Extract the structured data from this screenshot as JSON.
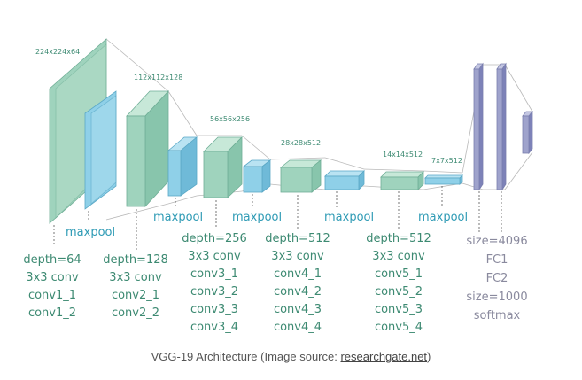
{
  "dims": {
    "d1": "224x224x64",
    "d2": "112x112x128",
    "d3": "56x56x256",
    "d4": "28x28x512",
    "d5": "14x14x512",
    "d6": "7x7x512"
  },
  "maxpool": {
    "p1": "maxpool",
    "p2": "maxpool",
    "p3": "maxpool",
    "p4": "maxpool",
    "p5": "maxpool"
  },
  "block1": {
    "depth": "depth=64",
    "conv": "3x3 conv",
    "l1": "conv1_1",
    "l2": "conv1_2"
  },
  "block2": {
    "depth": "depth=128",
    "conv": "3x3 conv",
    "l1": "conv2_1",
    "l2": "conv2_2"
  },
  "block3": {
    "depth": "depth=256",
    "conv": "3x3 conv",
    "l1": "conv3_1",
    "l2": "conv3_2",
    "l3": "conv3_3",
    "l4": "conv3_4"
  },
  "block4": {
    "depth": "depth=512",
    "conv": "3x3 conv",
    "l1": "conv4_1",
    "l2": "conv4_2",
    "l3": "conv4_3",
    "l4": "conv4_4"
  },
  "block5": {
    "depth": "depth=512",
    "conv": "3x3 conv",
    "l1": "conv5_1",
    "l2": "conv5_2",
    "l3": "conv5_3",
    "l4": "conv5_4"
  },
  "fc": {
    "size1": "size=4096",
    "fc1": "FC1",
    "fc2": "FC2",
    "size2": "size=1000",
    "softmax": "softmax"
  },
  "caption": {
    "prefix": "VGG-19 Architecture (Image source: ",
    "link": "researchgate.net",
    "suffix": ")"
  },
  "colors": {
    "conv": "#9fd3bd",
    "pool": "#8fd0e8",
    "fc": "#9fa3cc",
    "text": "#3d8a72",
    "pool_text": "#2f9bb5"
  }
}
